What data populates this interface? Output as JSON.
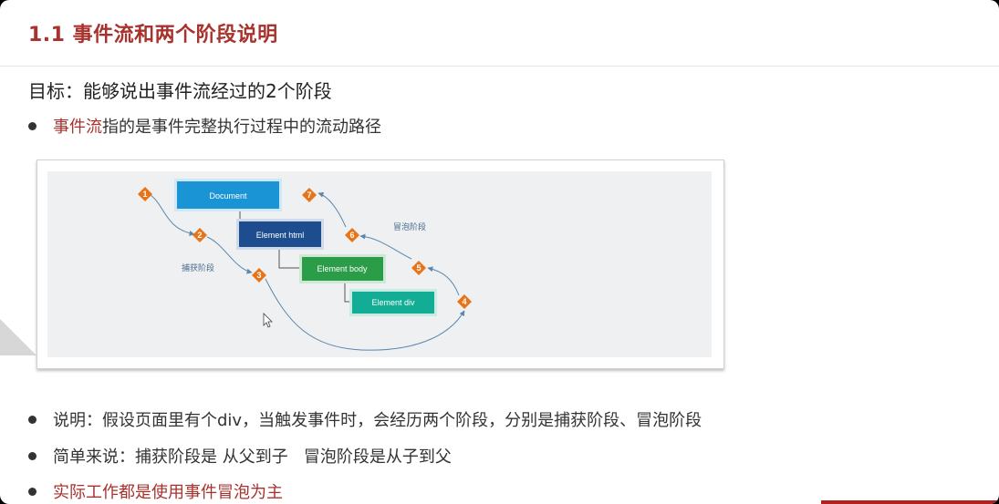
{
  "heading": "1.1 事件流和两个阶段说明",
  "goal": "目标：能够说出事件流经过的2个阶段",
  "bullet1": {
    "highlight": "事件流",
    "rest": "指的是事件完整执行过程中的流动路径"
  },
  "diagram": {
    "elements": {
      "document": "Document",
      "html": "Element html",
      "body": "Element body",
      "div": "Element div"
    },
    "capture_label": "捕获阶段",
    "bubble_label": "冒泡阶段",
    "steps": [
      "1",
      "2",
      "3",
      "4",
      "5",
      "6",
      "7"
    ],
    "colors": {
      "document": "#1a94d4",
      "html": "#1d4d8e",
      "body": "#2b9c48",
      "div": "#13ad96",
      "marker": "#e8741a",
      "curve": "#5b87ad",
      "panel": "#eef0f1"
    }
  },
  "bullet2": "说明：假设页面里有个div，当触发事件时，会经历两个阶段，分别是捕获阶段、冒泡阶段",
  "bullet3": "简单来说：捕获阶段是 从父到子   冒泡阶段是从子到父",
  "bullet4": "实际工作都是使用事件冒泡为主",
  "colors": {
    "accent": "#a8322d",
    "text": "#333333"
  }
}
